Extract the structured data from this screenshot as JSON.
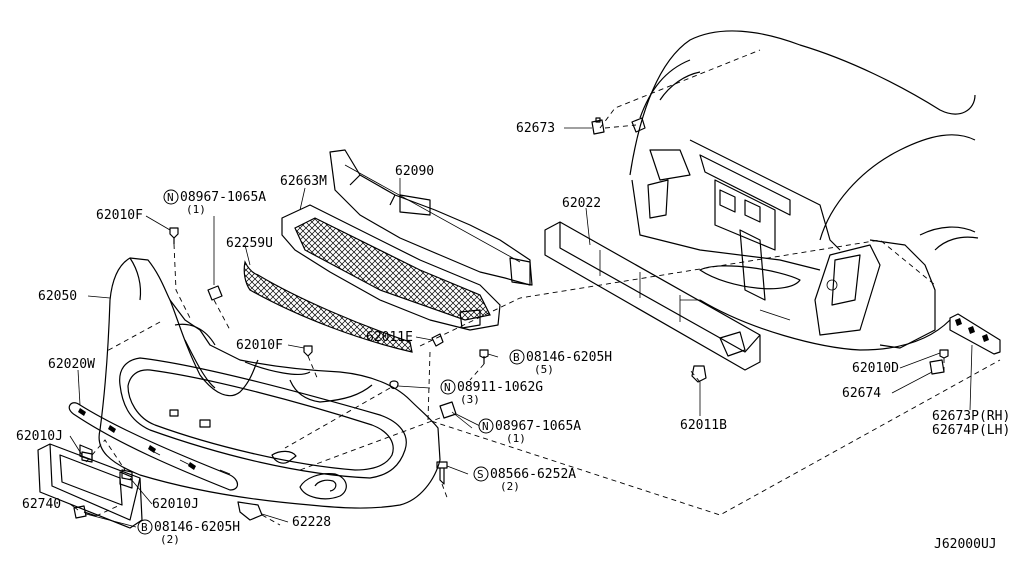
{
  "labels": {
    "p62673": "62673",
    "p62090": "62090",
    "p62663M": "62663M",
    "b08967_top": "08967-1065A",
    "b08967_top_qty": "(1)",
    "p62022": "62022",
    "p62010F_top": "62010F",
    "p62259U": "62259U",
    "p62050": "62050",
    "p62011E": "62011E",
    "p62010F_mid": "62010F",
    "b08146_mid": "08146-6205H",
    "b08146_mid_qty": "(5)",
    "p62020W": "62020W",
    "b08911": "08911-1062G",
    "b08911_qty": "(3)",
    "p62010D": "62010D",
    "p62674": "62674",
    "p62673P": "62673P(RH)",
    "p62674P": "62674P(LH)",
    "p62010J_left": "62010J",
    "b08967_low": "08967-1065A",
    "b08967_low_qty": "(1)",
    "p62011B": "62011B",
    "s08566": "08566-6252A",
    "s08566_qty": "(2)",
    "p62740": "62740",
    "p62010J_low": "62010J",
    "p62228": "62228",
    "b08146_low": "08146-6205H",
    "b08146_low_qty": "(2)",
    "diagram_code": "J62000UJ"
  },
  "badges": {
    "n1": "N",
    "n2": "N",
    "n3": "N",
    "b1": "B",
    "b2": "B",
    "s1": "S"
  }
}
